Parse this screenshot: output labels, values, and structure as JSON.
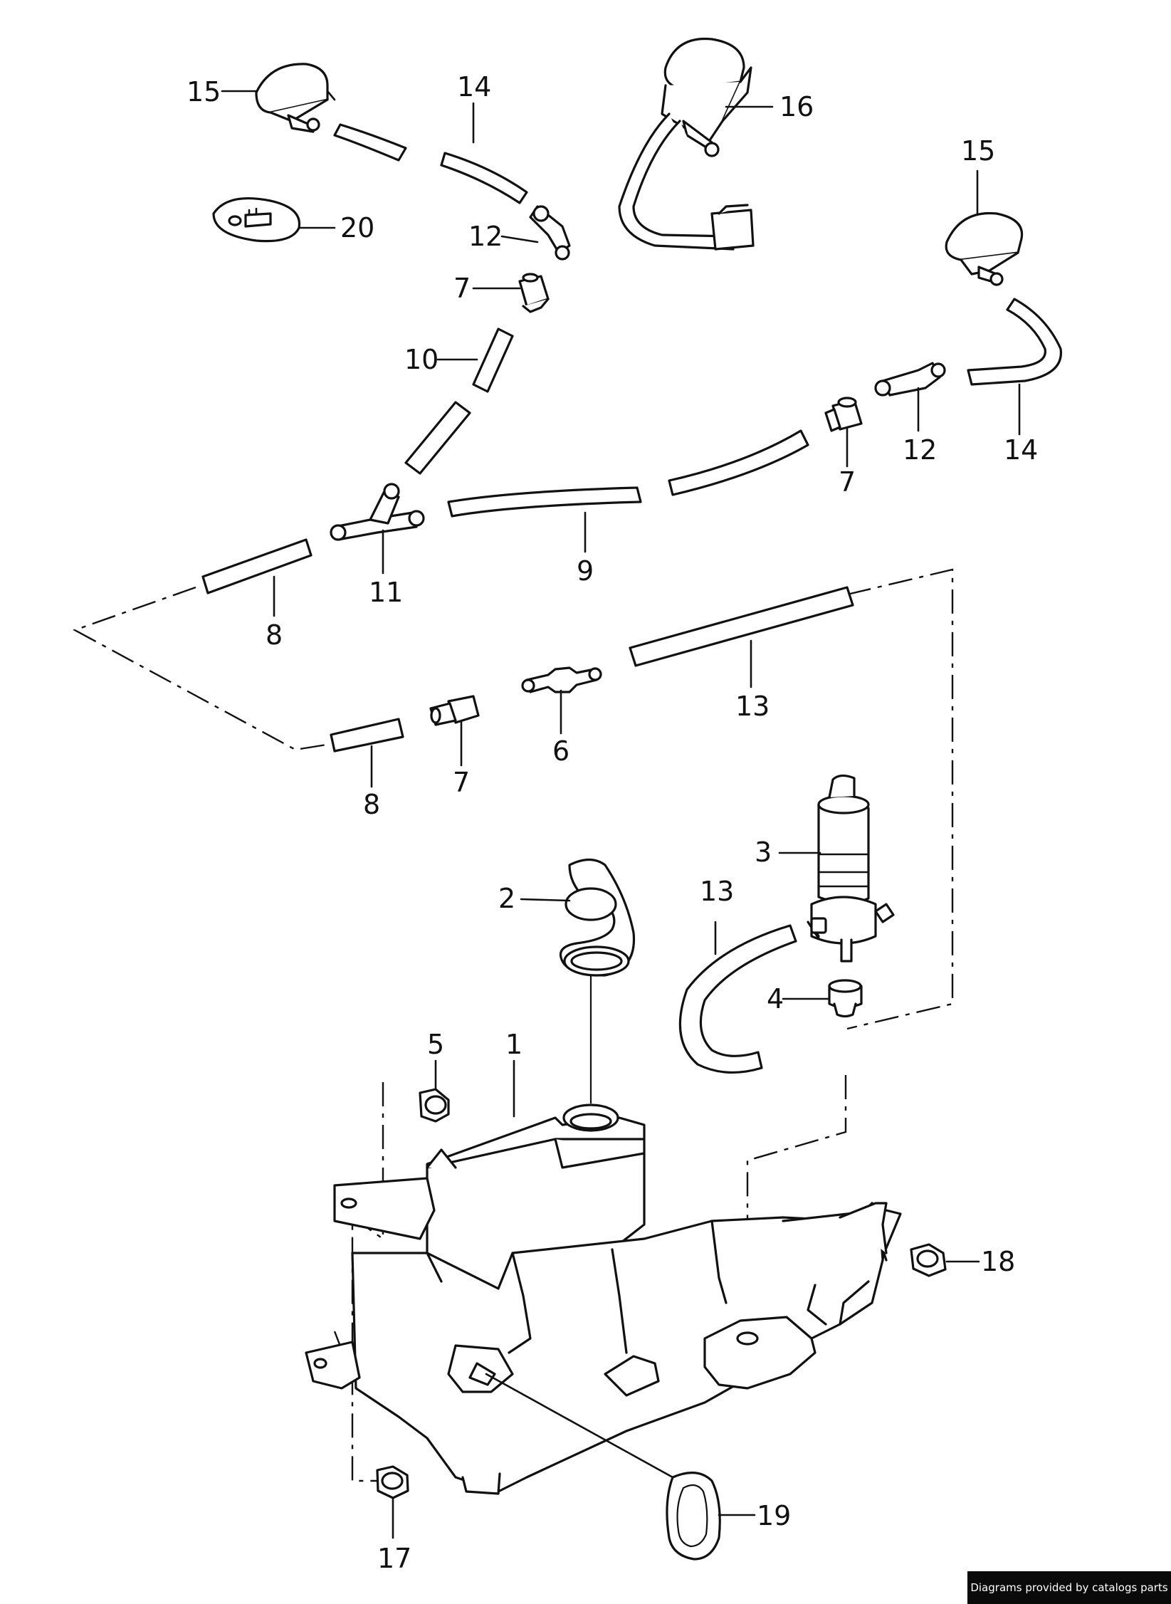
{
  "callouts": [
    {
      "id": "c15a",
      "label": "15"
    },
    {
      "id": "c14a",
      "label": "14"
    },
    {
      "id": "c16",
      "label": "16"
    },
    {
      "id": "c15b",
      "label": "15"
    },
    {
      "id": "c20",
      "label": "20"
    },
    {
      "id": "c12a",
      "label": "12"
    },
    {
      "id": "c7a",
      "label": "7"
    },
    {
      "id": "c10",
      "label": "10"
    },
    {
      "id": "c12b",
      "label": "12"
    },
    {
      "id": "c14b",
      "label": "14"
    },
    {
      "id": "c7b",
      "label": "7"
    },
    {
      "id": "c9",
      "label": "9"
    },
    {
      "id": "c11",
      "label": "11"
    },
    {
      "id": "c8a",
      "label": "8"
    },
    {
      "id": "c13a",
      "label": "13"
    },
    {
      "id": "c6",
      "label": "6"
    },
    {
      "id": "c7c",
      "label": "7"
    },
    {
      "id": "c8b",
      "label": "8"
    },
    {
      "id": "c3",
      "label": "3"
    },
    {
      "id": "c2",
      "label": "2"
    },
    {
      "id": "c13b",
      "label": "13"
    },
    {
      "id": "c4",
      "label": "4"
    },
    {
      "id": "c5",
      "label": "5"
    },
    {
      "id": "c1",
      "label": "1"
    },
    {
      "id": "c18",
      "label": "18"
    },
    {
      "id": "c19",
      "label": "19"
    },
    {
      "id": "c17",
      "label": "17"
    }
  ],
  "credit": "Diagrams provided by catalogs parts"
}
